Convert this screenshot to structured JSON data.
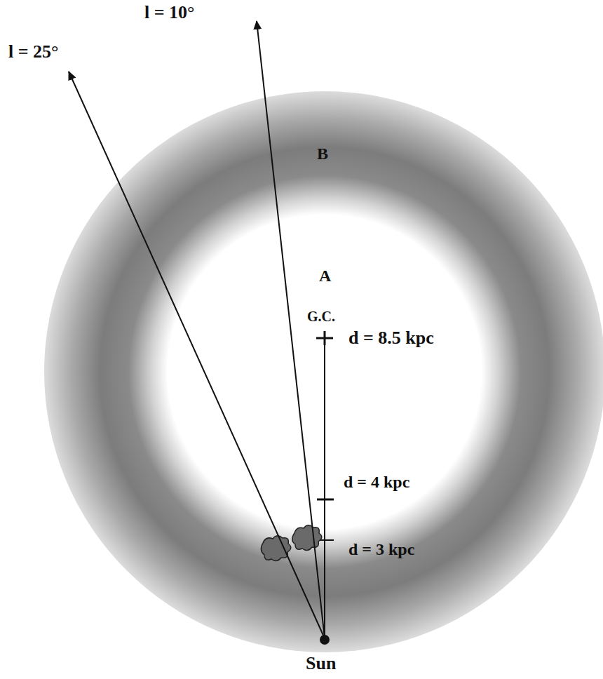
{
  "diagram": {
    "labels": [
      "l = 25°",
      "l = 10°",
      "B",
      "A",
      "G.C.",
      "d = 8.5 kpc",
      "d = 4 kpc",
      "d = 3 kpc",
      "Sun"
    ]
  }
}
